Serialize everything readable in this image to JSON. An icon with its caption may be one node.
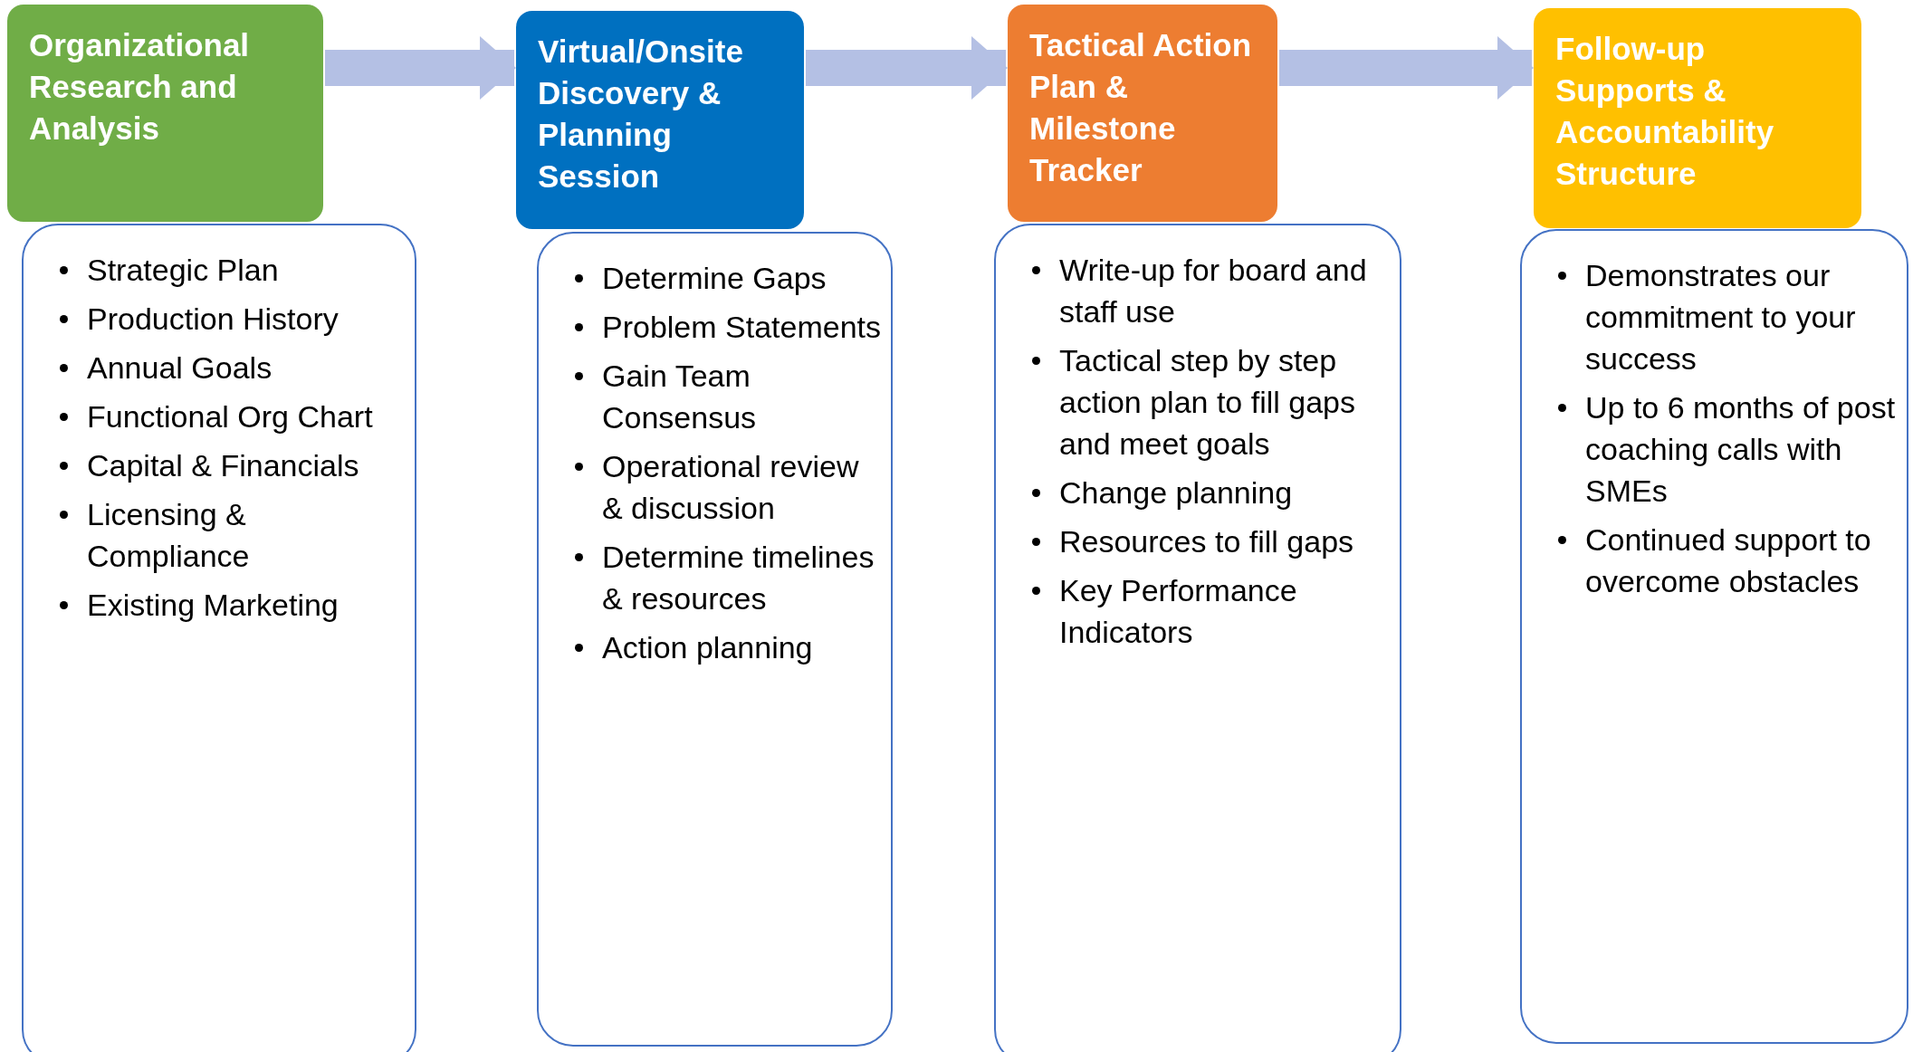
{
  "diagram": {
    "nodes": [
      {
        "text": [
          "Organizational Research and Analysis"
        ]
      },
      {
        "text": [
          "Strategic Plan",
          "Production History",
          "Annual Goals",
          "Functional Org Chart",
          "Capital & Financials",
          "Licensing & Compliance",
          "Existing Marketing"
        ]
      },
      {
        "text": [
          "Virtual/Onsite Discovery & Planning Session"
        ]
      },
      {
        "text": [
          "Determine Gaps",
          "Problem Statements",
          "Gain Team Consensus",
          "Operational review & discussion",
          "Determine timelines & resources",
          "Action planning"
        ]
      },
      {
        "text": [
          "Tactical Action Plan & Milestone Tracker"
        ]
      },
      {
        "text": [
          "Write-up for board and staff use",
          "Tactical step by step action plan to fill gaps and meet goals",
          "Change planning",
          "Resources to fill gaps",
          "Key Performance Indicators"
        ]
      },
      {
        "text": [
          "Follow-up Supports & Accountability Structure"
        ]
      },
      {
        "text": [
          "Demonstrates our commitment to your success",
          "Up to 6 months of post coaching calls with SMEs",
          "Continued support to overcome obstacles"
        ]
      }
    ],
    "edges": [
      {
        "from": 0,
        "to": 2,
        "arrow": "to"
      },
      {
        "from": 2,
        "to": 4,
        "arrow": "to"
      },
      {
        "from": 4,
        "to": 6,
        "arrow": "to"
      }
    ]
  }
}
